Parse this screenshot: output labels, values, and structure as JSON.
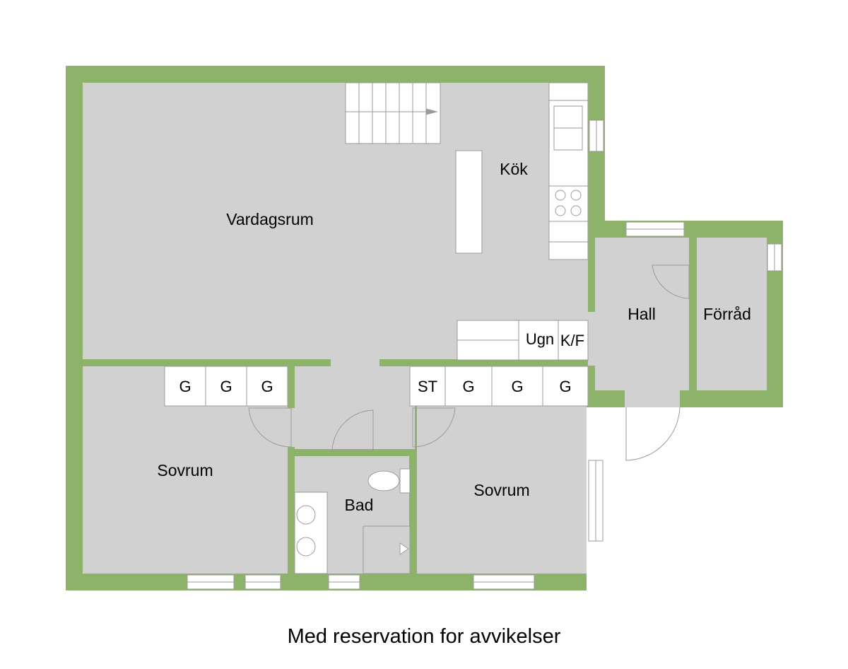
{
  "colors": {
    "wall": "#8db36a",
    "floor": "#d1d1d1",
    "fixture": "#ffffff",
    "line": "#9a9a9a"
  },
  "rooms": {
    "vardagsrum": "Vardagsrum",
    "kok": "Kök",
    "hall": "Hall",
    "forrad": "Förråd",
    "sovrum_left": "Sovrum",
    "sovrum_right": "Sovrum",
    "bad": "Bad"
  },
  "appliances": {
    "ugn": "Ugn",
    "kf": "K/F",
    "left_wardrobes": [
      "G",
      "G",
      "G"
    ],
    "right_closets": [
      "ST",
      "G",
      "G",
      "G"
    ]
  },
  "caption": "Med reservation for avvikelser"
}
